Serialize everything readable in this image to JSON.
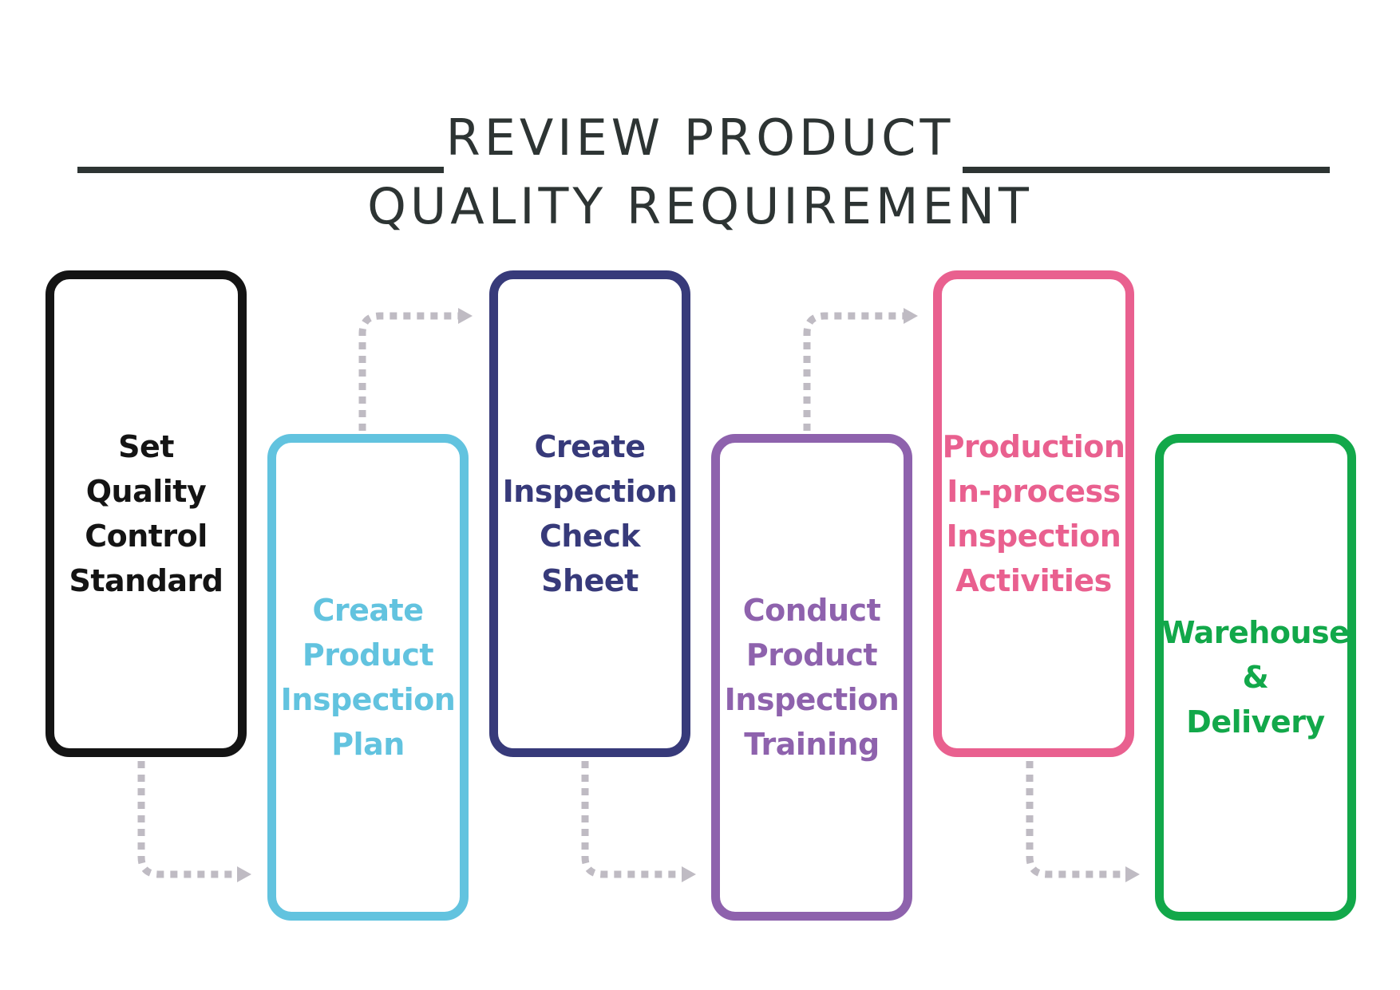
{
  "title": {
    "line1": "REVIEW PRODUCT",
    "line2": "QUALITY REQUIREMENT"
  },
  "arrow_color": "#bfbbc3",
  "steps": [
    {
      "lines": [
        "Set",
        "Quality",
        "Control",
        "Standard"
      ],
      "color": "#141414"
    },
    {
      "lines": [
        "Create",
        "Product",
        "Inspection",
        "Plan"
      ],
      "color": "#62c3df"
    },
    {
      "lines": [
        "Create",
        "Inspection",
        "Check",
        "Sheet"
      ],
      "color": "#373a7a"
    },
    {
      "lines": [
        "Conduct",
        "Product",
        "Inspection",
        "Training"
      ],
      "color": "#8e62ad"
    },
    {
      "lines": [
        "Production",
        "In-process",
        "Inspection",
        "Activities"
      ],
      "color": "#e9608f"
    },
    {
      "lines": [
        "Warehouse",
        "&",
        "Delivery"
      ],
      "color": "#12a84a"
    }
  ]
}
